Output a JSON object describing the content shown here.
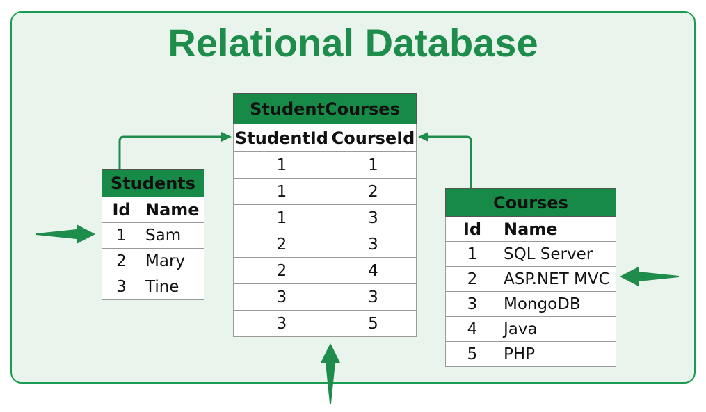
{
  "title": "Relational Database",
  "colors": {
    "accent": "#1e8c4a",
    "table_header_bg": "#178a47",
    "panel_bg": "#e9f4ec"
  },
  "tables": {
    "students": {
      "name": "Students",
      "columns": [
        "Id",
        "Name"
      ],
      "rows": [
        [
          "1",
          "Sam"
        ],
        [
          "2",
          "Mary"
        ],
        [
          "3",
          "Tine"
        ]
      ]
    },
    "student_courses": {
      "name": "StudentCourses",
      "columns": [
        "StudentId",
        "CourseId"
      ],
      "rows": [
        [
          "1",
          "1"
        ],
        [
          "1",
          "2"
        ],
        [
          "1",
          "3"
        ],
        [
          "2",
          "3"
        ],
        [
          "2",
          "4"
        ],
        [
          "3",
          "3"
        ],
        [
          "3",
          "5"
        ]
      ]
    },
    "courses": {
      "name": "Courses",
      "columns": [
        "Id",
        "Name"
      ],
      "rows": [
        [
          "1",
          "SQL Server"
        ],
        [
          "2",
          "ASP.NET MVC"
        ],
        [
          "3",
          "MongoDB"
        ],
        [
          "4",
          "Java"
        ],
        [
          "5",
          "PHP"
        ]
      ]
    }
  },
  "icons": [
    "arrow-right-icon",
    "arrow-left-icon",
    "arrow-up-icon"
  ]
}
